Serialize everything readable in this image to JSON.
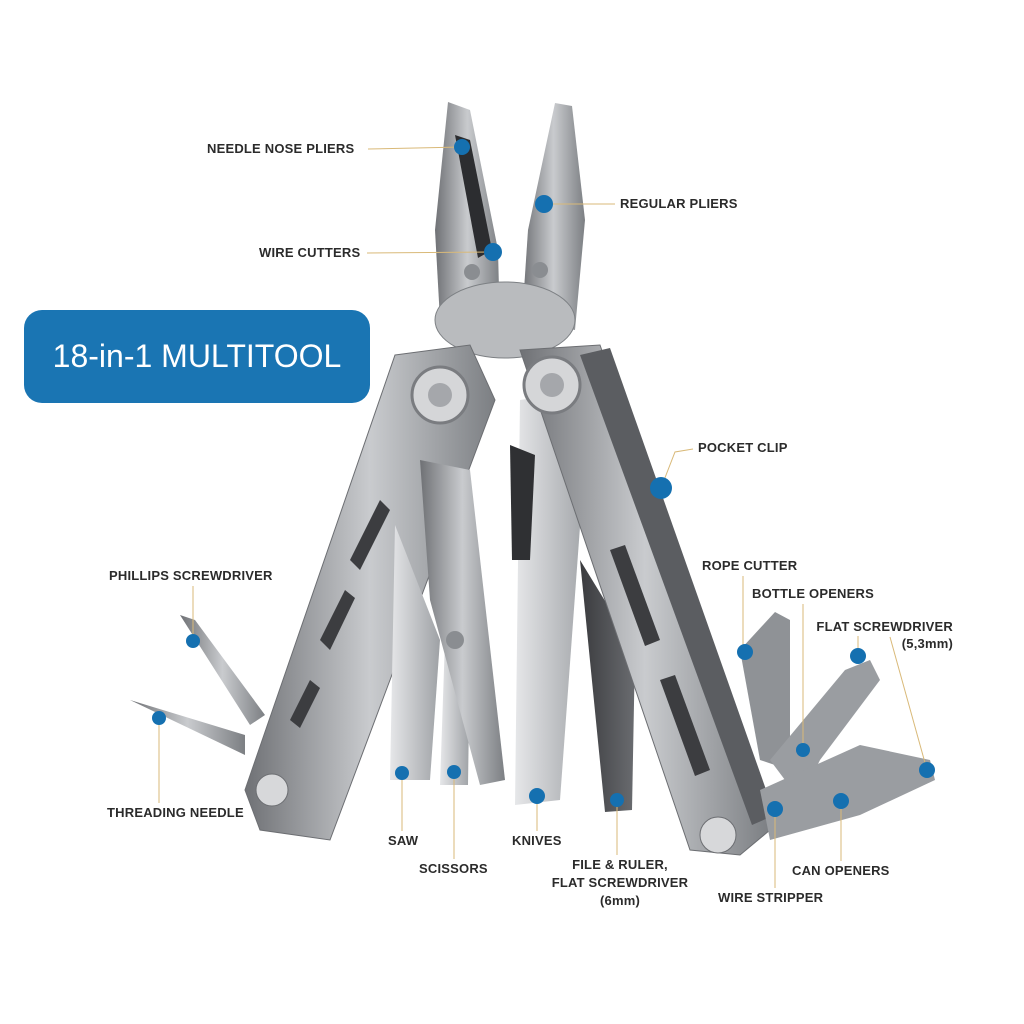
{
  "badge": {
    "title": "18-in-1 MULTITOOL"
  },
  "colors": {
    "accent": "#1a75b3",
    "dot": "#1570b0",
    "leader": "#d9b978"
  },
  "labels": {
    "needle_nose_pliers": "NEEDLE NOSE PLIERS",
    "regular_pliers": "REGULAR PLIERS",
    "wire_cutters": "WIRE CUTTERS",
    "pocket_clip": "POCKET CLIP",
    "phillips_screwdriver": "PHILLIPS SCREWDRIVER",
    "threading_needle": "THREADING NEEDLE",
    "saw": "SAW",
    "scissors": "SCISSORS",
    "knives": "KNIVES",
    "file_ruler_1": "FILE & RULER,",
    "file_ruler_2": "FLAT SCREWDRIVER",
    "file_ruler_3": "(6mm)",
    "rope_cutter": "ROPE CUTTER",
    "bottle_openers": "BOTTLE OPENERS",
    "flat_screwdriver_1": "FLAT SCREWDRIVER",
    "flat_screwdriver_2": "(5,3mm)",
    "can_openers": "CAN OPENERS",
    "wire_stripper": "WIRE STRIPPER"
  }
}
